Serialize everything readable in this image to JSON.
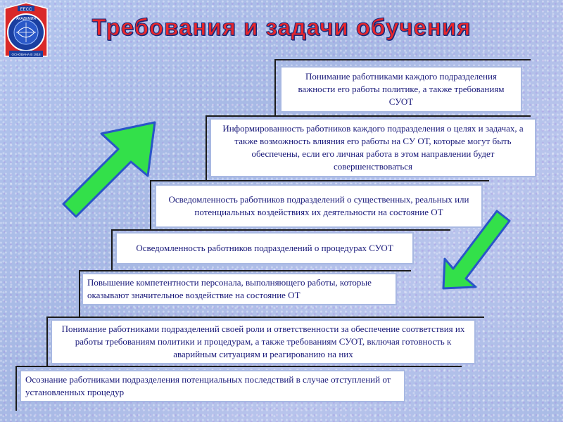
{
  "title": "Требования и задачи обучения",
  "emblem": {
    "text_top": "ЕЕСС",
    "text_mid": "АКАДЕМИЯ",
    "text_bottom": "ОСНОВАНА В 1918"
  },
  "colors": {
    "title_fill": "#e8262b",
    "title_outline": "#1a2a7a",
    "box_text": "#1a1a7a",
    "arrow_green": "#33e04a",
    "arrow_outline": "#2a55c8"
  },
  "arrows": {
    "up": "arrow-up-right-icon",
    "down": "arrow-down-left-icon"
  },
  "steps": [
    {
      "text": "Понимание работниками каждого подразделения важности его работы политике, а также требованиям СУОТ"
    },
    {
      "text": "Информированность работников каждого подразделения о целях и задачах, а также возможность влияния его работы на СУ ОТ, которые могут быть обеспечены, если его личная работа в этом направлении будет совершенствоваться"
    },
    {
      "text": "Осведомленность работников подразделений о существенных, реальных или потенциальных воздействиях их деятельности на состояние  ОТ"
    },
    {
      "text": "Осведомленность работников подразделений о процедурах СУОТ"
    },
    {
      "text": "Повышение компетентности персонала, выполняющего работы, которые оказывают значительное воздействие на состояние  ОТ"
    },
    {
      "text": "Понимание работниками подразделений своей роли и ответственности за обеспечение соответствия их работы требованиям политики и процедурам, а также требованиям СУОТ, включая готовность к аварийным ситуациям и реагированию на них"
    },
    {
      "text": "Осознание работниками подразделения потенциальных последствий в случае отступлений от установленных процедур"
    }
  ]
}
